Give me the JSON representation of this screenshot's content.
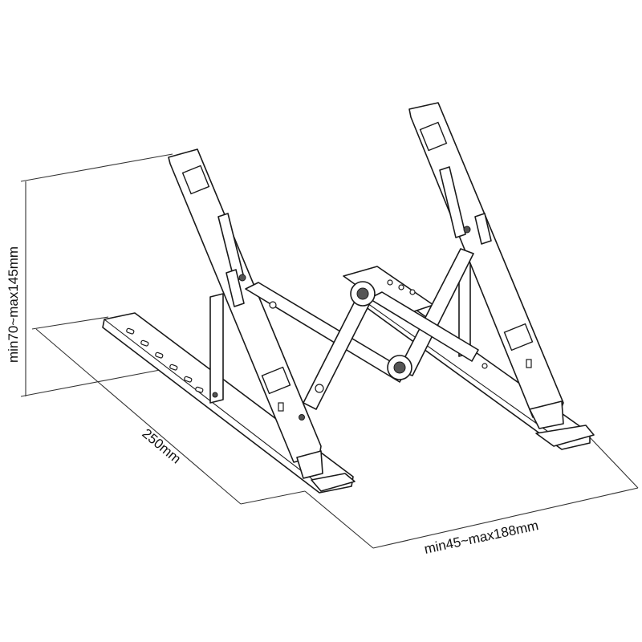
{
  "diagram": {
    "dimensions": {
      "height": "min70~max145mm",
      "length": "250mm",
      "width": "min45~max188mm"
    }
  }
}
